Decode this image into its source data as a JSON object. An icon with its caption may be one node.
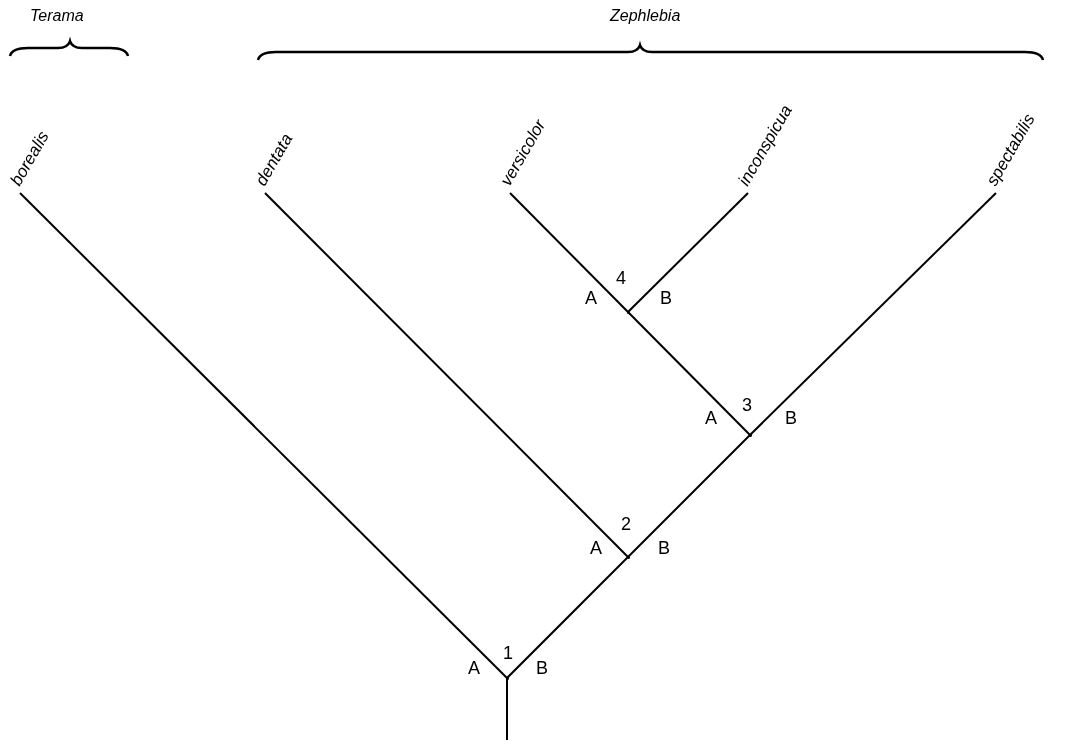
{
  "diagram": {
    "nodes": [
      {
        "text": [
          "borealis"
        ]
      },
      {
        "text": [
          "dentata"
        ]
      },
      {
        "text": [
          "versicolor"
        ]
      },
      {
        "text": [
          "inconspicua"
        ]
      },
      {
        "text": [
          "spectabilis"
        ]
      },
      {
        "text": [],
        "shape": "point",
        "beside": [
          "4"
        ]
      },
      {
        "text": [],
        "shape": "point",
        "beside": [
          "3"
        ]
      },
      {
        "text": [],
        "shape": "point",
        "beside": [
          "2"
        ]
      },
      {
        "text": [],
        "shape": "point",
        "beside": [
          "1"
        ]
      }
    ],
    "edges": [
      {
        "from": null,
        "to": 8,
        "arrow": "none"
      },
      {
        "from": 8,
        "to": 0,
        "arrow": "none"
      },
      {
        "from": 8,
        "to": 7,
        "arrow": "none"
      },
      {
        "from": 7,
        "to": 1,
        "arrow": "none"
      },
      {
        "from": 7,
        "to": 6,
        "arrow": "none"
      },
      {
        "from": 6,
        "to": 5,
        "arrow": "none"
      },
      {
        "from": 6,
        "to": 4,
        "arrow": "none"
      },
      {
        "from": 5,
        "to": 2,
        "arrow": "none"
      },
      {
        "from": 5,
        "to": 3,
        "arrow": "none"
      }
    ],
    "labels": [
      "Terama",
      "Zephlebia",
      "A",
      "B",
      "A",
      "B",
      "A",
      "B",
      "A",
      "B"
    ]
  }
}
